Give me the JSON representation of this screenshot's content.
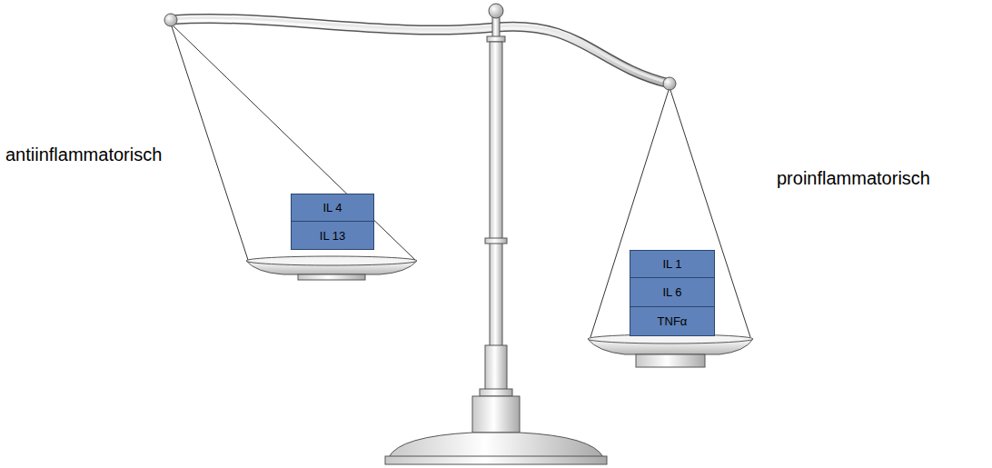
{
  "diagram": {
    "nodes": [
      {
        "text": [
          "IL 4"
        ]
      },
      {
        "text": [
          "IL 13"
        ]
      },
      {
        "text": [
          "IL 1"
        ]
      },
      {
        "text": [
          "IL 6"
        ]
      },
      {
        "text": [
          "TNFα"
        ]
      }
    ],
    "labels": [
      "antiinflammatorisch",
      "proinflammatorisch"
    ]
  }
}
